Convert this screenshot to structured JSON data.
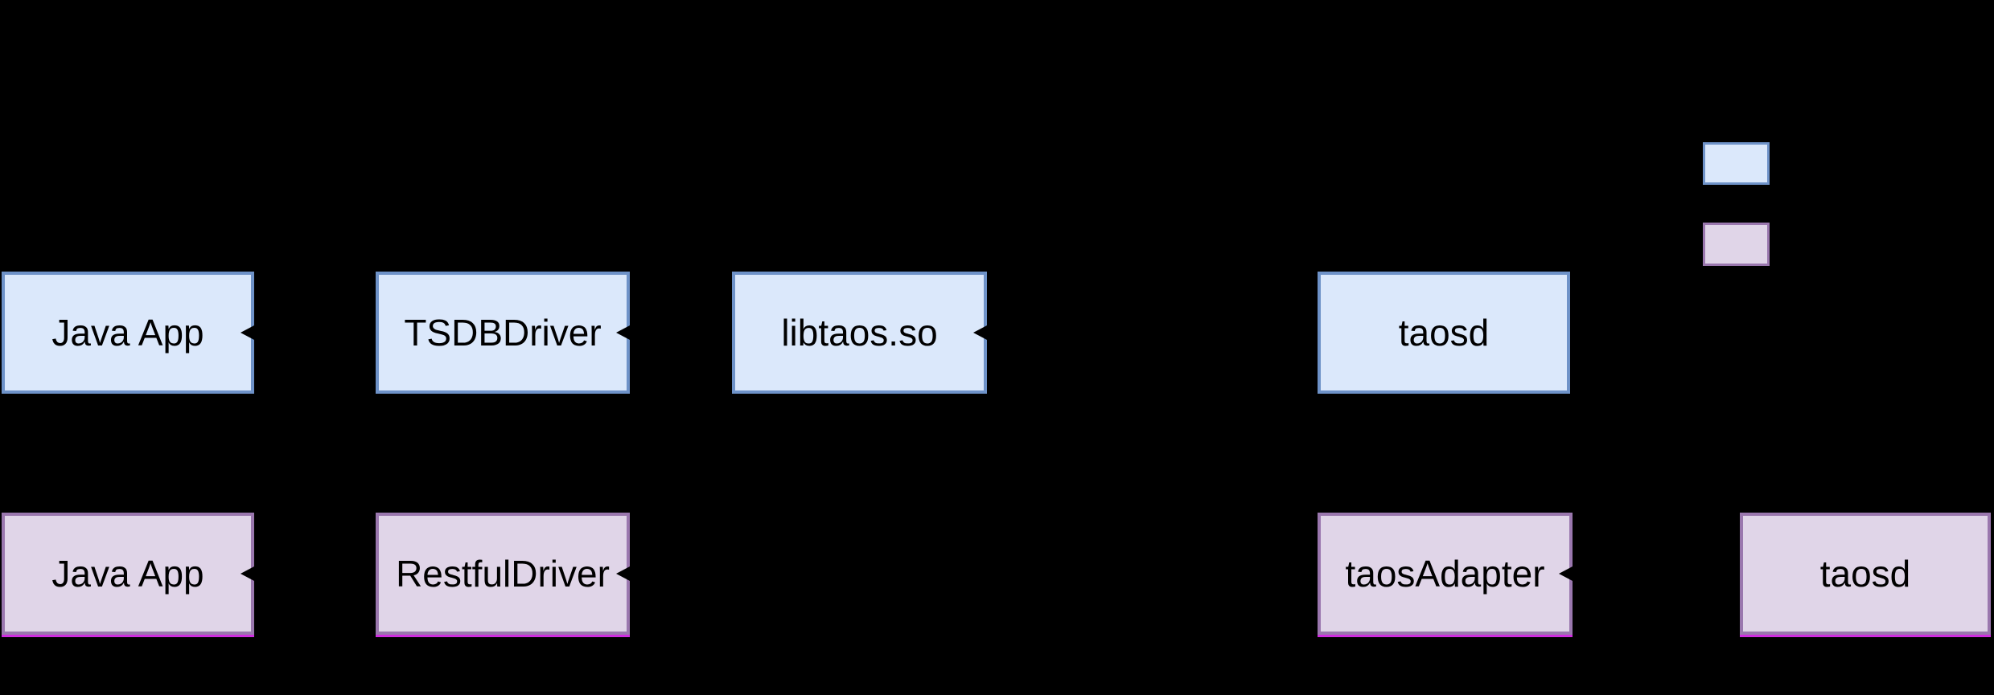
{
  "nodes": {
    "jni_java_app": {
      "label": "Java App"
    },
    "tsdb_driver": {
      "label": "TSDBDriver"
    },
    "libtaos": {
      "label": "libtaos.so"
    },
    "jni_taosd": {
      "label": "taosd"
    },
    "rest_java_app": {
      "label": "Java App"
    },
    "restful_driver": {
      "label": "RestfulDriver"
    },
    "taos_adapter": {
      "label": "taosAdapter"
    },
    "rest_taosd": {
      "label": "taosd"
    }
  },
  "legend": {
    "items": [
      {
        "name": "blue-swatch",
        "fill": "#dbe8fb",
        "border": "#6e92c8"
      },
      {
        "name": "pink-swatch",
        "fill": "#e0d5e8",
        "border": "#9a77ae"
      }
    ]
  },
  "colors": {
    "background": "#000000",
    "blue_fill": "#dbe8fb",
    "blue_border": "#6e92c8",
    "pink_fill": "#e0d5e8",
    "pink_border": "#9a77ae",
    "magenta_edge": "#d02ce0",
    "arrow": "#000000",
    "text": "#000000"
  }
}
